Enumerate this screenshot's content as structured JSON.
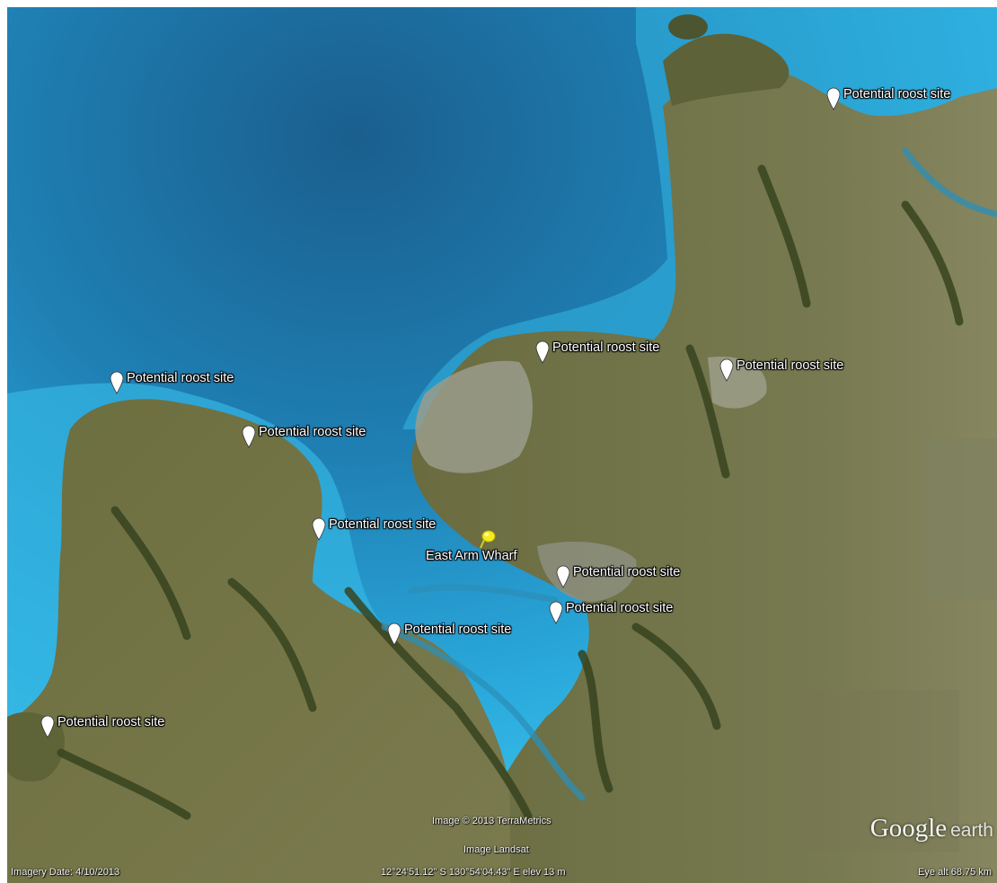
{
  "map": {
    "placemark_label": "Potential roost site",
    "pushpin_label": "East Arm Wharf"
  },
  "placemarks": [
    {
      "label": "Potential roost site"
    },
    {
      "label": "Potential roost site"
    },
    {
      "label": "Potential roost site"
    },
    {
      "label": "Potential roost site"
    },
    {
      "label": "Potential roost site"
    },
    {
      "label": "Potential roost site"
    },
    {
      "label": "Potential roost site"
    },
    {
      "label": "Potential roost site"
    },
    {
      "label": "Potential roost site"
    },
    {
      "label": "Potential roost site"
    }
  ],
  "footer": {
    "imagery_date": "Imagery Date: 4/10/2013",
    "copyright": "Image © 2013 TerraMetrics",
    "landsat": "Image Landsat",
    "coordinates": "12°24'51.12\" S 130°54'04.43\" E elev   13 m",
    "eye_alt": "Eye alt   68.75 km"
  },
  "brand": {
    "part1": "Google",
    "part2": "earth"
  },
  "colors": {
    "deep_sea": "#1c6e9c",
    "shallow_sea": "#2fb3e3",
    "land": "#6f7142",
    "mangrove": "#3d4a26",
    "urban": "#9b9d8e",
    "pushpin": "#f5ec1a"
  }
}
